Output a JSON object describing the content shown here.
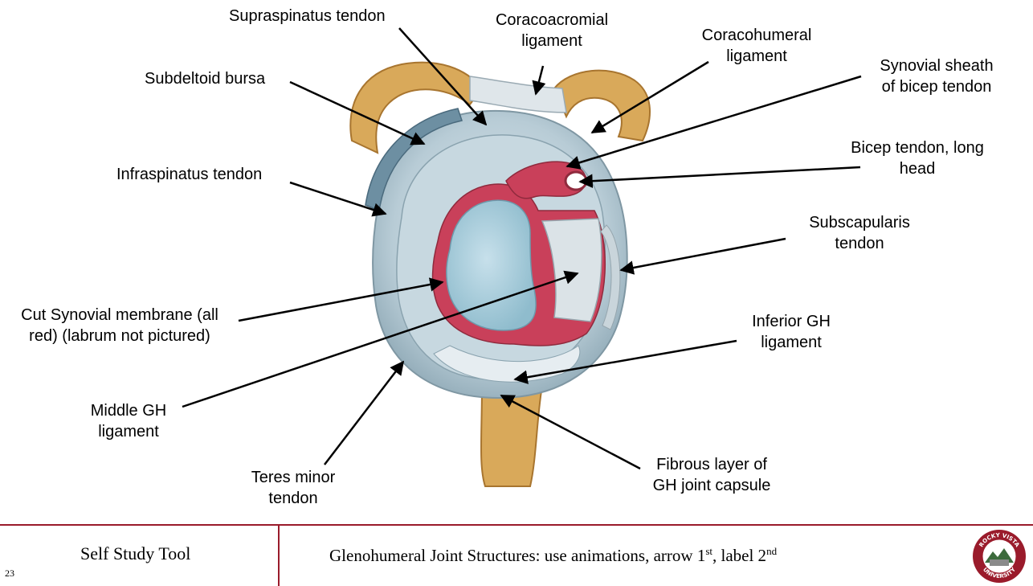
{
  "labels": {
    "supraspinatus": "Supraspinatus tendon",
    "coracoacromial_1": "Coracoacromial",
    "coracoacromial_2": "ligament",
    "coracohumeral_1": "Coracohumeral",
    "coracohumeral_2": "ligament",
    "synovial_sheath_1": "Synovial sheath",
    "synovial_sheath_2": "of bicep tendon",
    "subdeltoid": "Subdeltoid bursa",
    "bicep_1": "Bicep tendon, long",
    "bicep_2": "head",
    "infraspinatus": "Infraspinatus tendon",
    "subscapularis_1": "Subscapularis",
    "subscapularis_2": "tendon",
    "cut_synovial_1": "Cut Synovial membrane (all",
    "cut_synovial_2": "red) (labrum not pictured)",
    "inferior_gh_1": "Inferior GH",
    "inferior_gh_2": "ligament",
    "middle_gh_1": "Middle GH",
    "middle_gh_2": "ligament",
    "fibrous_1": "Fibrous layer of",
    "fibrous_2": "GH joint capsule",
    "teres_1": "Teres minor",
    "teres_2": "tendon"
  },
  "footer": {
    "left": "Self Study Tool",
    "title_main": "Glenohumeral Joint Structures: use animations, arrow 1",
    "title_sup1": "st",
    "title_mid": ", label 2",
    "title_sup2": "nd",
    "page_number": "23",
    "seal_text_top": "ROCKY VISTA",
    "seal_text_bottom": "UNIVERSITY"
  },
  "colors": {
    "bone": "#d9a95a",
    "capsule": "#b9cdd8",
    "fossa": "#a8ccdc",
    "synovial": "#c9405a",
    "accent": "#9a1b2b"
  }
}
